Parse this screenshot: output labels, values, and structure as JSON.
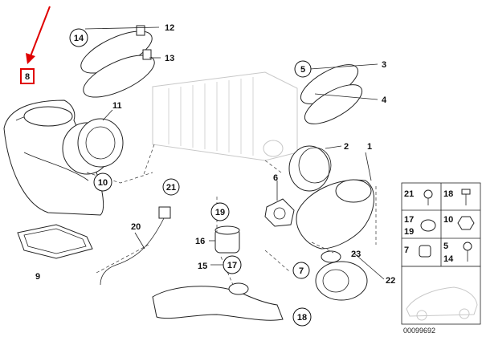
{
  "callouts": [
    "1",
    "2",
    "3",
    "4",
    "5",
    "6",
    "7",
    "8",
    "9",
    "10",
    "11",
    "12",
    "13",
    "14",
    "15",
    "16",
    "17",
    "18",
    "19",
    "20",
    "21",
    "22",
    "23"
  ],
  "highlighted_callout": "8",
  "highlight_color": "#e00000",
  "inset": {
    "labels": [
      "21",
      "18",
      "17",
      "19",
      "10",
      "7",
      "5",
      "14"
    ],
    "code": "00099692"
  }
}
